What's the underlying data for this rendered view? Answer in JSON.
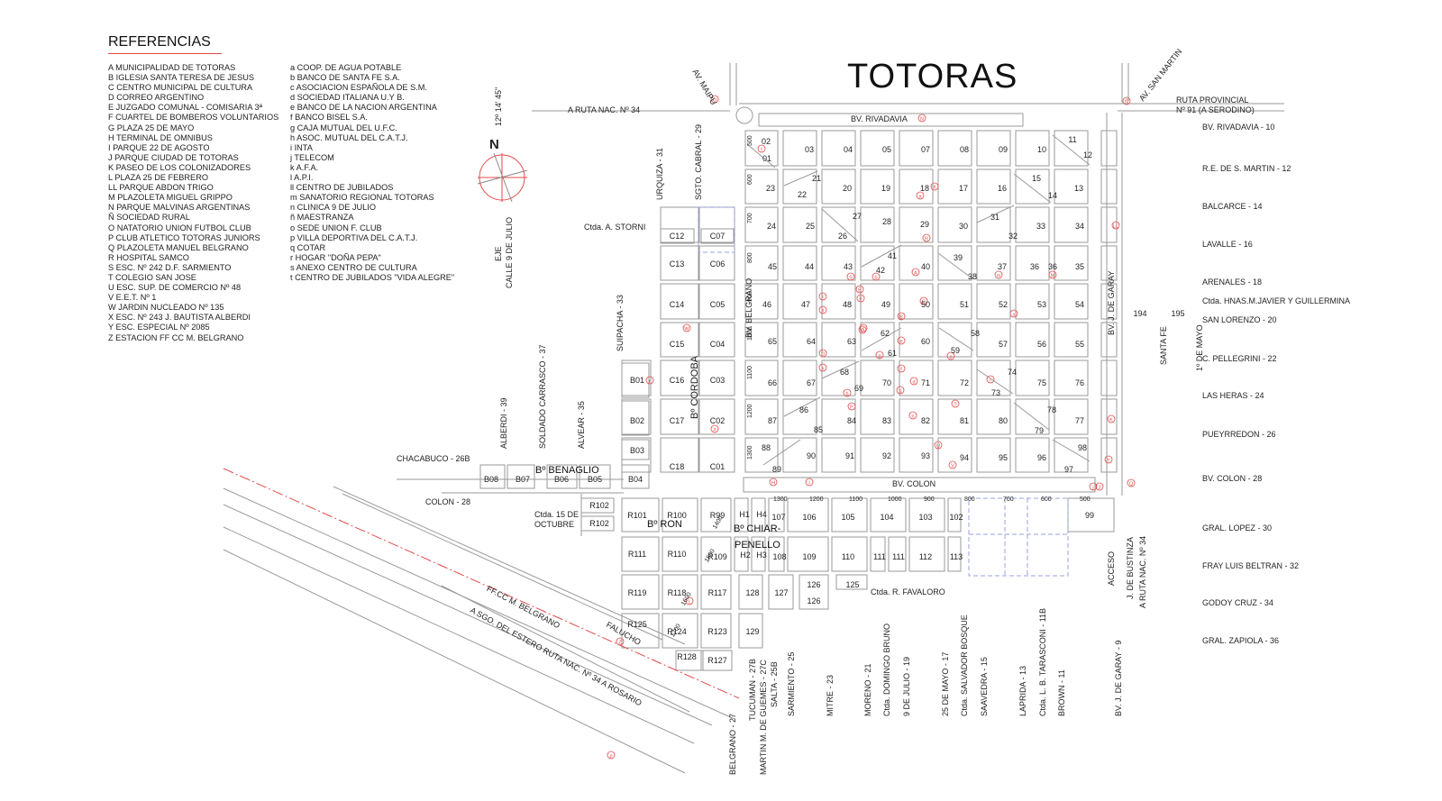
{
  "title": "TOTORAS",
  "references_title": "REFERENCIAS",
  "references_col1": [
    "A  MUNICIPALIDAD DE TOTORAS",
    "B  IGLESIA SANTA TERESA DE JESUS",
    "C  CENTRO MUNICIPAL DE CULTURA",
    "D  CORREO ARGENTINO",
    "E  JUZGADO COMUNAL - COMISARIA 3ª",
    "F  CUARTEL DE BOMBEROS VOLUNTARIOS",
    "G  PLAZA 25 DE MAYO",
    "H  TERMINAL DE OMNIBUS",
    "I   PARQUE 22 DE AGOSTO",
    "J  PARQUE CIUDAD DE TOTORAS",
    "K  PASEO DE LOS COLONIZADORES",
    "L  PLAZA 25 DE FEBRERO",
    "LL  PARQUE ABDON TRIGO",
    "M  PLAZOLETA MIGUEL GRIPPO",
    "N  PARQUE MALVINAS ARGENTINAS",
    "Ñ  SOCIEDAD RURAL",
    "O  NATATORIO UNION FUTBOL CLUB",
    "P  CLUB ATLETICO TOTORAS JUNIORS",
    "Q  PLAZOLETA MANUEL BELGRANO",
    "R  HOSPITAL SAMCO",
    "S  ESC. Nº 242 D.F. SARMIENTO",
    "T  COLEGIO SAN JOSE",
    "U  ESC. SUP. DE COMERCIO Nº 48",
    "V  E.E.T. Nº 1",
    "W  JARDIN NUCLEADO Nº 135",
    "X ESC. Nº 243 J. BAUTISTA ALBERDI",
    "Y  ESC. ESPECIAL Nº 2085",
    "Z  ESTACION FF CC M. BELGRANO"
  ],
  "references_col2": [
    "a   COOP. DE AGUA POTABLE",
    "b   BANCO DE SANTA FE S.A.",
    "c   ASOCIACION ESPAÑOLA DE S.M.",
    "d   SOCIEDAD ITALIANA U.Y B.",
    "e   BANCO DE LA NACION ARGENTINA",
    "f   BANCO BISEL S.A.",
    "g  CAJA MUTUAL DEL U.F.C.",
    "h  ASOC. MUTUAL DEL C.A.T.J.",
    "i   INTA",
    "j   TELECOM",
    "k   A.F.A.",
    "l   A.P.I.",
    "ll   CENTRO DE JUBILADOS",
    "m   SANATORIO REGIONAL TOTORAS",
    "n   CLINICA 9 DE JULIO",
    "ñ   MAESTRANZA",
    "o   SEDE UNION F. CLUB",
    "p   VILLA DEPORTIVA DEL C.A.T.J.",
    "q   COTAR",
    "r   HOGAR \"DOÑA PEPA\"",
    "s   ANEXO CENTRO DE CULTURA",
    "t   CENTRO DE JUBILADOS \"VIDA ALEGRE\""
  ],
  "street_labels_right": [
    "BV. RIVADAVIA - 10",
    "R.E. DE S. MARTIN - 12",
    "BALCARCE - 14",
    "LAVALLE - 16",
    "ARENALES - 18",
    "Ctda. HNAS.M.JAVIER Y GUILLERMINA",
    "SAN LORENZO - 20",
    "C. PELLEGRINI - 22",
    "LAS HERAS - 24",
    "PUEYRREDON - 26",
    "BV. COLON - 28",
    "GRAL. LOPEZ - 30",
    "FRAY LUIS BELTRAN - 32",
    "GODOY CRUZ - 34",
    "GRAL. ZAPIOLA - 36"
  ],
  "street_labels_bottom": [
    "BELGRANO - 27",
    "TUCUMAN - 27B",
    "MARTIN M. DE GUEMES - 27C",
    "SALTA - 25B",
    "SARMIENTO - 25",
    "MITRE - 23",
    "MORENO - 21",
    "Ctda. DOMINGO BRUNO",
    "9 DE JULIO - 19",
    "25 DE MAYO - 17",
    "Ctda. SALVADOR BOSQUE",
    "SAAVEDRA - 15",
    "LAPRIDA - 13",
    "Ctda. L. B. TARASCONI - 11B",
    "BROWN - 11",
    "BV. J. DE GARAY - 9"
  ],
  "street_labels_misc": {
    "ruta34_left": "A RUTA NAC. Nº 34",
    "bv_rivadavia": "BV. RIVADAVIA",
    "ruta91": "RUTA PROVINCIAL",
    "ruta91b": "Nº 91 (A SERODINO)",
    "av_maipu": "AV. MAIPU",
    "av_san_martin": "AV. SAN MARTIN",
    "lat": "12º 14' 45\"",
    "eje": "EJE",
    "calle9": "CALLE 9 DE JULIO",
    "urquiza": "URQUIZA - 31",
    "sgto_cabral": "SGTO. CABRAL - 29",
    "storni": "Ctda. A. STORNI",
    "suipacha": "SUIPACHA - 33",
    "alberdi": "ALBERDI - 39",
    "soldado": "SOLDADO CARRASCO - 37",
    "alvear": "ALVEAR - 35",
    "chacabuco": "CHACABUCO - 26B",
    "colon28": "COLON - 28",
    "ctda15": "Ctda. 15 DE",
    "ctda15b": "OCTUBRE",
    "bv_belgrano": "BV. BELGRANO",
    "bv_colon": "BV. COLON",
    "bv_garay": "BV. J. DE GARAY",
    "santa_fe": "SANTA FE",
    "primero_mayo": "1º DE MAYO",
    "acceso": "ACCESO",
    "bustinza": "J. DE BUSTINZA",
    "ruta34_down": "A RUTA NAC. Nº 34",
    "favaloro": "Ctda. R. FAVALORO",
    "ffcc": "FF.CC M. BELGRANO",
    "falucho": "FALUCHO",
    "sgo_estero": "A SGO. DEL ESTERO  RUTA NAC. Nº 34  A ROSARIO",
    "north": "N"
  },
  "barrios": {
    "benaglio": "Bº BENAGLIO",
    "cordoba": "Bº CORDOBA",
    "ron": "Bº RON",
    "chiarpenello1": "Bº CHIAR-",
    "chiarpenello2": "PENELLO"
  },
  "blocks": {
    "row1": [
      "02",
      "01",
      "03",
      "04",
      "05",
      "07",
      "08",
      "09",
      "10",
      "11",
      "12"
    ],
    "row2": [
      "23",
      "21",
      "22",
      "20",
      "19",
      "18",
      "17",
      "16",
      "15",
      "14",
      "13"
    ],
    "row3": [
      "C12",
      "C07",
      "24",
      "25",
      "27",
      "26",
      "28",
      "29",
      "30",
      "31",
      "32",
      "33",
      "34"
    ],
    "row4": [
      "C13",
      "C06",
      "45",
      "44",
      "43",
      "41",
      "42",
      "40",
      "39",
      "38",
      "37",
      "36",
      "36",
      "35"
    ],
    "row5": [
      "C14",
      "C05",
      "46",
      "47",
      "48",
      "49",
      "50",
      "51",
      "52",
      "53",
      "54",
      "194",
      "195"
    ],
    "row6": [
      "C15",
      "C04",
      "65",
      "64",
      "63",
      "62",
      "61",
      "60",
      "58",
      "59",
      "57",
      "56",
      "55"
    ],
    "row7": [
      "B01",
      "C16",
      "C03",
      "66",
      "67",
      "68",
      "69",
      "70",
      "71",
      "72",
      "74",
      "73",
      "75",
      "76"
    ],
    "row8": [
      "B02",
      "C17",
      "C02",
      "87",
      "86",
      "85",
      "84",
      "83",
      "82",
      "81",
      "80",
      "78",
      "79",
      "77"
    ],
    "row9": [
      "B03",
      "C18",
      "C01",
      "88",
      "89",
      "90",
      "91",
      "92",
      "93",
      "94",
      "95",
      "96",
      "98",
      "97"
    ],
    "row10": [
      "B08",
      "B07",
      "B06",
      "B05",
      "B04"
    ],
    "row11": [
      "R102",
      "R102",
      "R101",
      "R100",
      "R99",
      "H1",
      "H4",
      "107",
      "106",
      "105",
      "104",
      "103",
      "102",
      "99"
    ],
    "row12": [
      "R111",
      "R110",
      "R109",
      "H2",
      "H3",
      "108",
      "109",
      "110",
      "111",
      "111",
      "112",
      "113"
    ],
    "row13": [
      "R119",
      "R118",
      "R117",
      "128",
      "127",
      "126",
      "125",
      "126"
    ],
    "row14": [
      "R125",
      "R124",
      "R123",
      "129",
      "R128",
      "R127"
    ]
  },
  "sizes": [
    "500",
    "600",
    "700",
    "800",
    "900",
    "1000",
    "1100",
    "1200",
    "1300",
    "1300",
    "1200",
    "1100",
    "1000",
    "900",
    "800",
    "700",
    "600",
    "500",
    "1400",
    "1500",
    "1600",
    "1700"
  ],
  "poi_letters": [
    "A",
    "B",
    "C",
    "D",
    "E",
    "F",
    "G",
    "H",
    "I",
    "J",
    "K",
    "L",
    "LL",
    "M",
    "N",
    "Ñ",
    "O",
    "P",
    "Q",
    "R",
    "S",
    "T",
    "U",
    "V",
    "W",
    "X",
    "Y",
    "Z",
    "a",
    "b",
    "c",
    "d",
    "e",
    "f",
    "g",
    "h",
    "i",
    "j",
    "k",
    "l",
    "ll",
    "m",
    "n",
    "ñ",
    "o",
    "p",
    "q",
    "r",
    "s",
    "t"
  ],
  "colors": {
    "accent": "#e24a4a",
    "lines": "#9a9a9a",
    "dashed": "#9aa0e0"
  }
}
